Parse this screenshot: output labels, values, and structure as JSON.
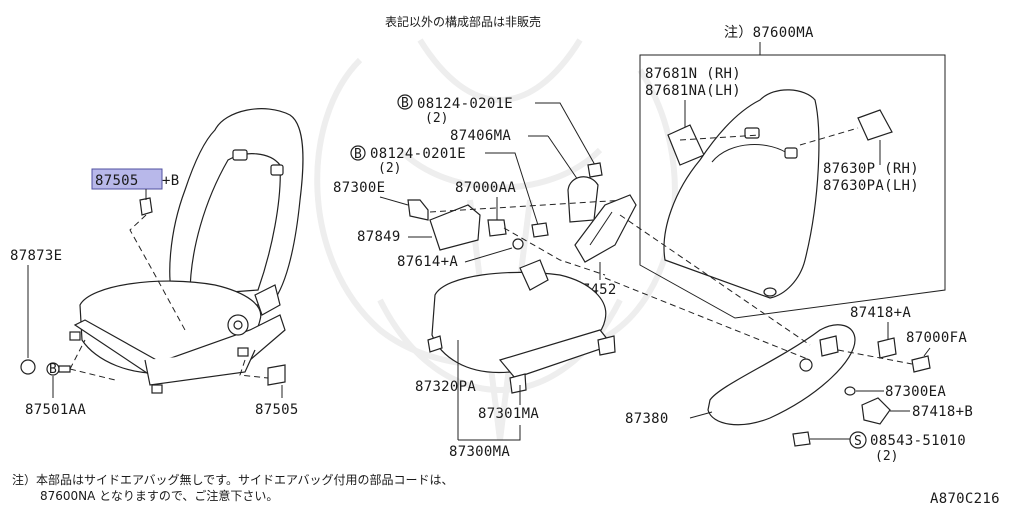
{
  "header": {
    "note": "表記以外の構成部品は非販売"
  },
  "labels": {
    "p87505b": "87505",
    "p87505b_suffix": "+B",
    "p87873e": "87873E",
    "p87501aa": "87501AA",
    "p87505": "87505",
    "b08124a": "08124-0201E",
    "b08124a_qty": "(2)",
    "p87406ma": "87406MA",
    "b08124b": "08124-0201E",
    "b08124b_qty": "(2)",
    "p87300e": "87300E",
    "p87000aa": "87000AA",
    "p87849": "87849",
    "p87614a": "87614+A",
    "p87452": "87452",
    "p87320pa": "87320PA",
    "p87301ma": "87301MA",
    "p87300ma": "87300MA",
    "p87600ma": "注）87600MA",
    "p87681n": "87681N (RH)",
    "p87681na": "87681NA(LH)",
    "p87630p": "87630P (RH)",
    "p87630pa": "87630PA(LH)",
    "p87418a": "87418+A",
    "p87000fa": "87000FA",
    "p87300ea": "87300EA",
    "p87418b": "87418+B",
    "p87380": "87380",
    "s08543": "08543-51010",
    "s08543_qty": "(2)",
    "bolt_mark": "B",
    "screw_mark": "S"
  },
  "footer": {
    "note_line1": "注）本部品はサイドエアバッグ無しです。サイドエアバッグ付用の部品コードは、",
    "note_line2": "87600NA となりますので、ご注意下さい。",
    "diagram_code": "A870C216"
  }
}
